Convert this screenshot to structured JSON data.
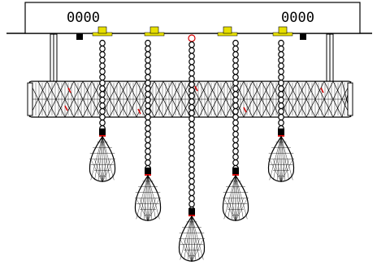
{
  "drawing": {
    "canopy": {
      "left_label": "0000",
      "right_label": "0000"
    },
    "colors": {
      "line": "#000000",
      "hook_accent": "#e8e000",
      "crystal_accent": "#d40000",
      "background": "#ffffff"
    },
    "pendants": [
      {
        "id": "pendant-1"
      },
      {
        "id": "pendant-2"
      },
      {
        "id": "pendant-3"
      },
      {
        "id": "pendant-4"
      },
      {
        "id": "pendant-5"
      }
    ]
  }
}
